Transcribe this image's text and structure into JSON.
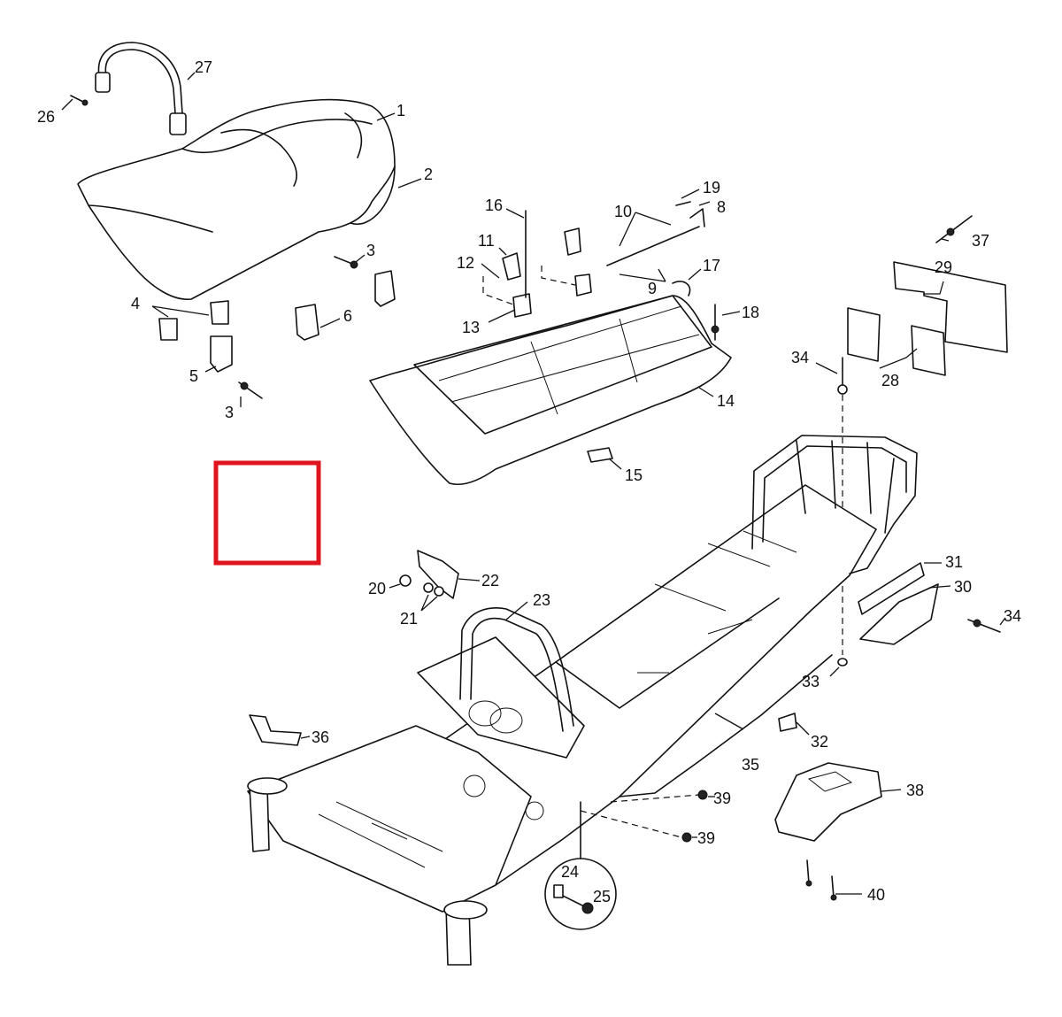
{
  "diagram": {
    "highlight_color": "#e0141e",
    "line_color": "#111111",
    "background": "#ffffff",
    "callouts": [
      "1",
      "2",
      "3",
      "3",
      "4",
      "5",
      "6",
      "8",
      "9",
      "10",
      "11",
      "12",
      "13",
      "14",
      "15",
      "16",
      "17",
      "18",
      "19",
      "20",
      "21",
      "22",
      "23",
      "24",
      "25",
      "26",
      "27",
      "28",
      "29",
      "30",
      "31",
      "32",
      "33",
      "34",
      "34",
      "35",
      "36",
      "37",
      "38",
      "39",
      "39",
      "40"
    ]
  }
}
